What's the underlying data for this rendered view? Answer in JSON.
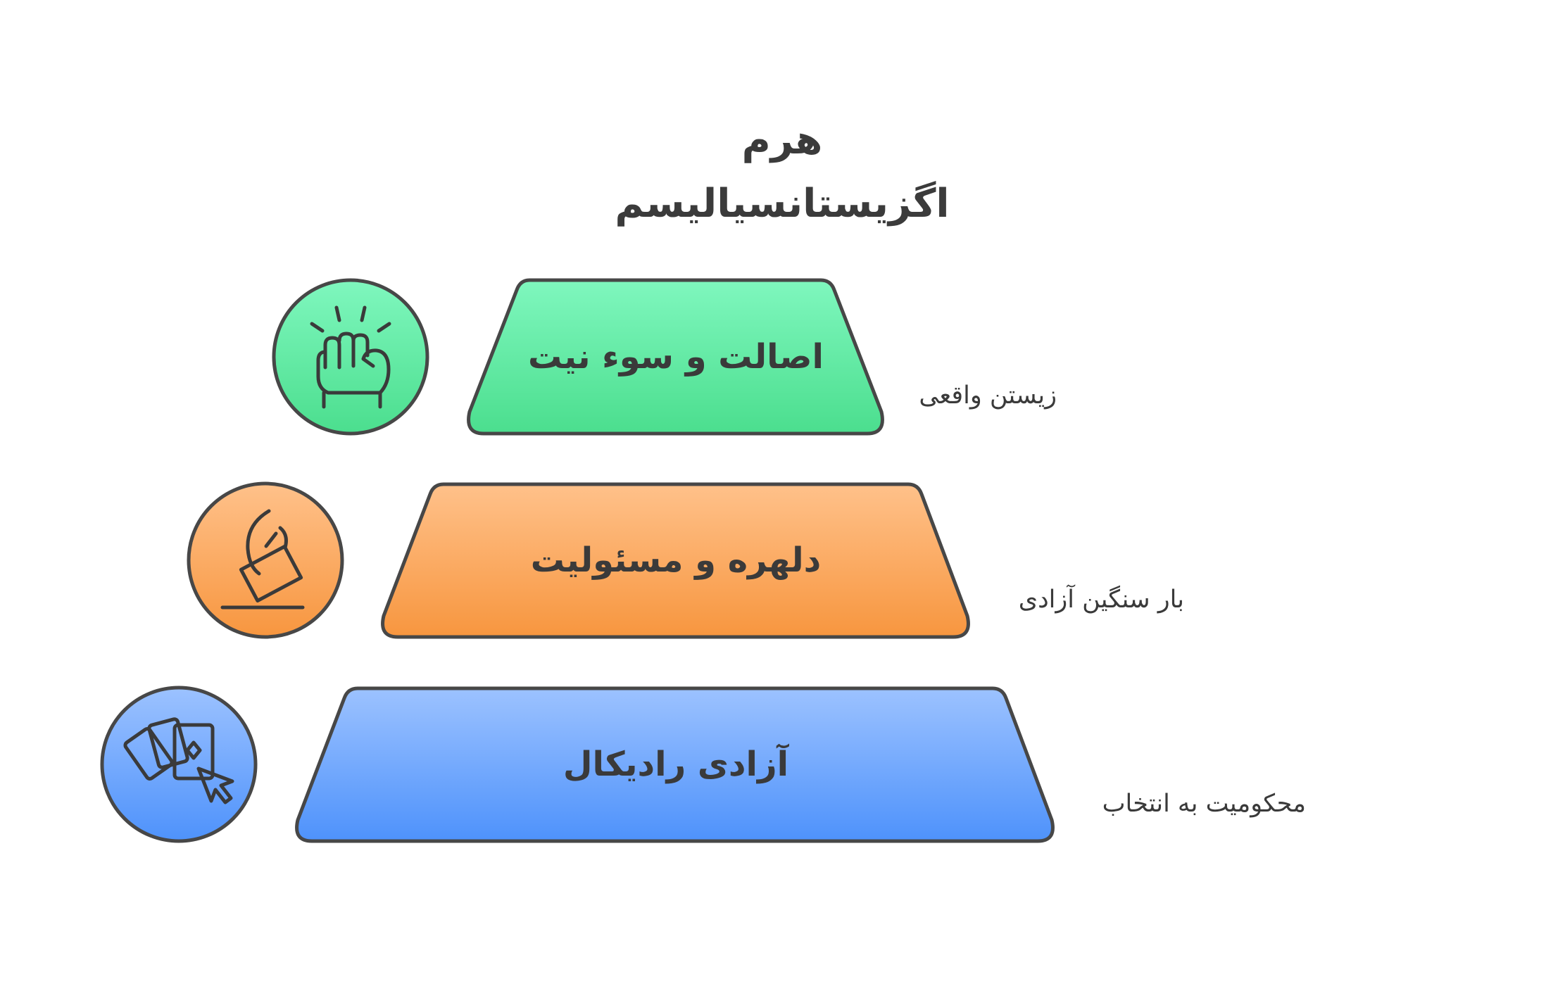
{
  "title": "هرم اگزیستانسیالیسم",
  "tiers": [
    {
      "label": "اصالت و سوء نیت",
      "description": "زیستن واقعی",
      "icon": "raised-fist-icon",
      "color_top": "#7ff7be",
      "color_bottom": "#4bde8e"
    },
    {
      "label": "دلهره و مسئولیت",
      "description": "بار سنگین آزادی",
      "icon": "hand-dropping-ballot-icon",
      "color_top": "#ffc18a",
      "color_bottom": "#f7963f"
    },
    {
      "label": "آزادی رادیکال",
      "description": "محکومیت به انتخاب",
      "icon": "playing-cards-with-cursor-icon",
      "color_top": "#9cc2ff",
      "color_bottom": "#4e92fb"
    }
  ],
  "colors": {
    "stroke": "#474747",
    "text": "#3a3a3a",
    "background": "#ffffff"
  }
}
